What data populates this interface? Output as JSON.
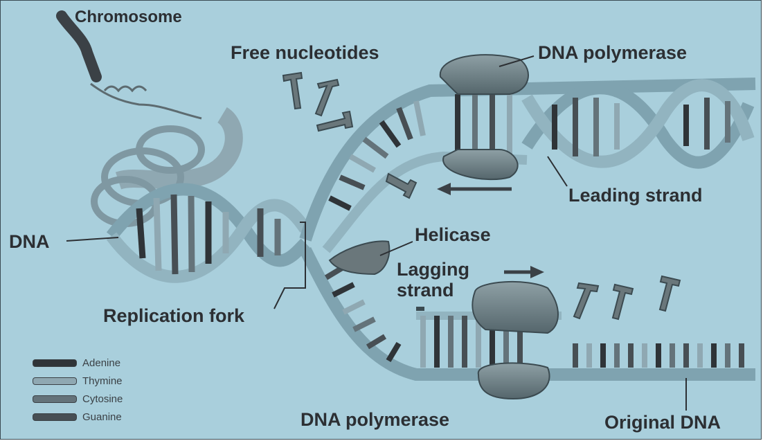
{
  "labels": {
    "chromosome": "Chromosome",
    "free_nucleotides": "Free nucleotides",
    "dna_polymerase_top": "DNA polymerase",
    "leading_strand": "Leading strand",
    "dna": "DNA",
    "helicase": "Helicase",
    "lagging_strand_1": "Lagging",
    "lagging_strand_2": "strand",
    "replication_fork": "Replication fork",
    "dna_polymerase_bottom": "DNA polymerase",
    "original_dna": "Original DNA"
  },
  "legend": [
    {
      "label": "Adenine",
      "color": "#2f3438"
    },
    {
      "label": "Thymine",
      "color": "#8fa8b2"
    },
    {
      "label": "Cytosine",
      "color": "#64737a"
    },
    {
      "label": "Guanine",
      "color": "#474f54"
    }
  ],
  "colors": {
    "background": "#a9cfdc",
    "strand": "#7fa3b0",
    "strand_edge": "#3b4a50",
    "enzyme": "#6e8288",
    "text": "#2c2f33"
  }
}
